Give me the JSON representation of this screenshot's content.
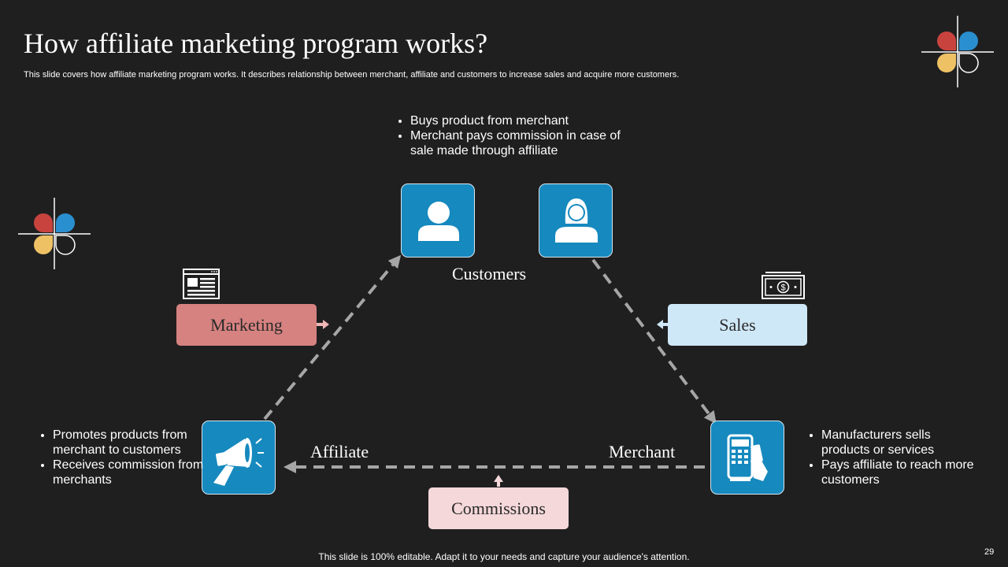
{
  "header": {
    "title": "How affiliate marketing program works?",
    "subtitle": "This slide covers how affiliate marketing program works. It describes relationship between merchant, affiliate and customers to increase sales and acquire more customers."
  },
  "diagram": {
    "customers": {
      "label": "Customers",
      "notes": [
        "Buys product from merchant",
        "Merchant pays commission in case of sale made through affiliate"
      ]
    },
    "affiliate": {
      "label": "Affiliate",
      "notes": [
        "Promotes products from merchant to customers",
        "Receives commission from merchants"
      ]
    },
    "merchant": {
      "label": "Merchant",
      "notes": [
        "Manufacturers sells products or services",
        "Pays affiliate to reach more customers"
      ]
    },
    "flows": {
      "marketing": "Marketing",
      "sales": "Sales",
      "commissions": "Commissions"
    }
  },
  "footer": {
    "text": "This slide is 100% editable. Adapt it to your needs and capture your audience's attention.",
    "page_number": "29"
  },
  "colors": {
    "background": "#1f1f20",
    "icon_box": "#1689be",
    "marketing_pill": "#d68280",
    "sales_pill": "#cfe8f8",
    "commissions_pill": "#f5d8da",
    "logo_red": "#c8433e",
    "logo_blue": "#2a8fcf",
    "logo_yellow": "#eec264",
    "connector": "#a6a6a6"
  },
  "icons": [
    "brand-logo-icon",
    "user-male-icon",
    "user-female-icon",
    "megaphone-icon",
    "payment-terminal-icon",
    "web-page-icon",
    "money-bill-icon"
  ]
}
